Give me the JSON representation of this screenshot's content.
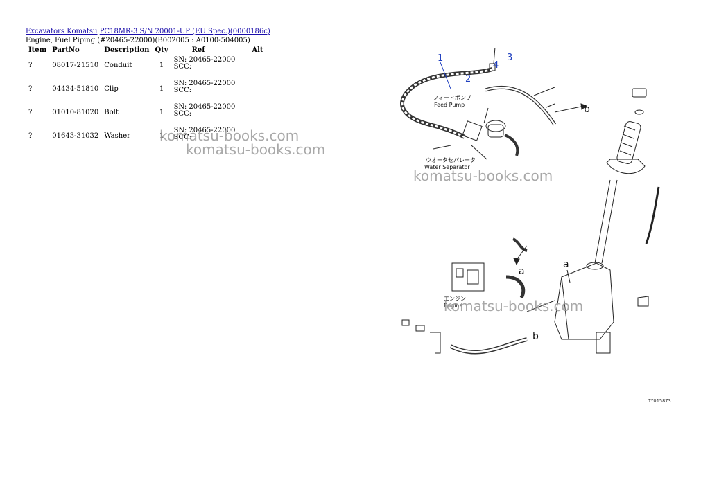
{
  "breadcrumb": {
    "link1": "Excavators Komatsu",
    "link2": "PC18MR-3 S/N 20001-UP (EU Spec.)(0000186c)"
  },
  "subtitle": "Engine, Fuel Piping (#20465-22000)(B002005 : A0100-504005)",
  "table": {
    "headers": [
      "Item",
      "PartNo",
      "Description",
      "Qty",
      "Ref",
      "Alt"
    ],
    "rows": [
      {
        "item": "?",
        "partno": "08017-21510",
        "desc": "Conduit",
        "qty": "1",
        "ref1": "SN: 20465-22000",
        "ref2": "SCC:"
      },
      {
        "item": "?",
        "partno": "04434-51810",
        "desc": "Clip",
        "qty": "1",
        "ref1": "SN: 20465-22000",
        "ref2": "SCC:"
      },
      {
        "item": "?",
        "partno": "01010-81020",
        "desc": "Bolt",
        "qty": "1",
        "ref1": "SN: 20465-22000",
        "ref2": "SCC:"
      },
      {
        "item": "?",
        "partno": "01643-31032",
        "desc": "Washer",
        "qty": "1",
        "ref1": "SN: 20465-22000",
        "ref2": "SCC:"
      }
    ]
  },
  "watermarks": [
    "komatsu-books.com",
    "komatsu-books.com",
    "komatsu-books.com",
    "komatsu-books.com"
  ],
  "diagram": {
    "callouts": [
      "1",
      "2",
      "3",
      "4"
    ],
    "arrow_labels": [
      "b",
      "a",
      "a",
      "b"
    ],
    "feed_pump_jp": "フィードポンプ",
    "feed_pump_en": "Feed Pump",
    "water_sep_jp": "ウオータセパレータ",
    "water_sep_en": "Water Separator",
    "engine_jp": "エンジン",
    "engine_en": "Engine",
    "figure_id": "JY015873"
  },
  "colors": {
    "link": "#1a0dab",
    "callout": "#1f3fbf",
    "watermark": "#9a9a9a"
  }
}
